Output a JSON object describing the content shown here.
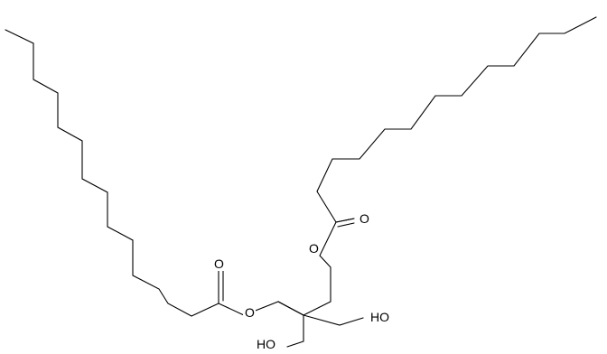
{
  "structure": {
    "atom_labels": {
      "ester1_carbonyl_o": "O",
      "ester1_ether_o": "O",
      "ester2_carbonyl_o": "O",
      "ester2_ether_o": "O",
      "hydroxyl_right": "HO",
      "hydroxyl_bottom": "HO"
    },
    "colors": {
      "bond": "#000000",
      "background": "#ffffff"
    }
  }
}
